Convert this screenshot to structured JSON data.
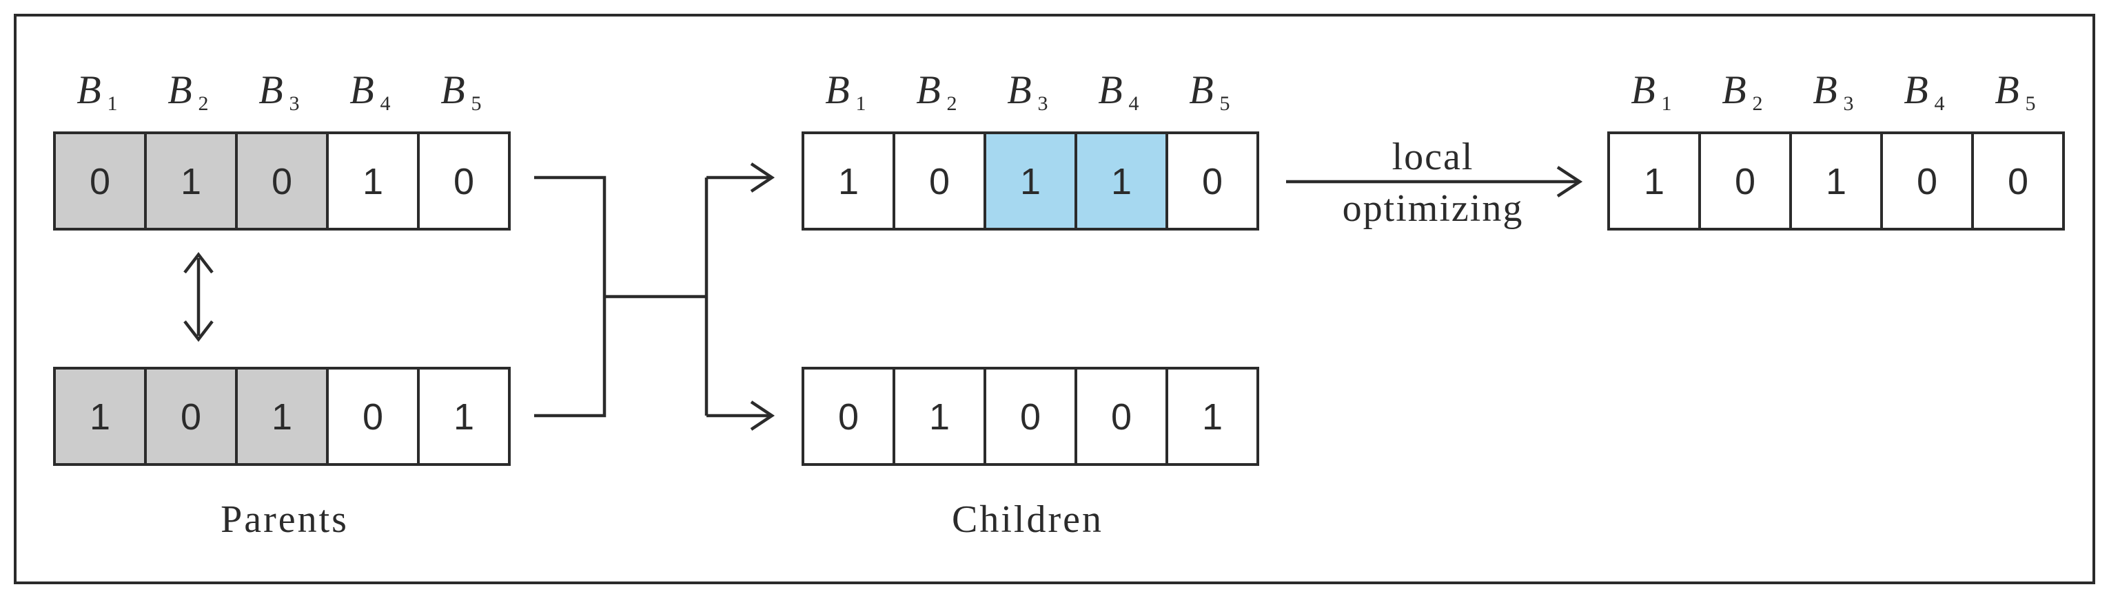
{
  "colors": {
    "crossover": "#cccccc",
    "mutated": "#a6d8f0",
    "plain": "#ffffff",
    "ink": "#2b2b2b"
  },
  "parents": {
    "caption": "Parents",
    "headers": [
      {
        "letter": "B",
        "sub": "1"
      },
      {
        "letter": "B",
        "sub": "2"
      },
      {
        "letter": "B",
        "sub": "3"
      },
      {
        "letter": "B",
        "sub": "4"
      },
      {
        "letter": "B",
        "sub": "5"
      }
    ],
    "row1": {
      "values": [
        "0",
        "1",
        "0",
        "1",
        "0"
      ],
      "highlight": [
        "crossover",
        "crossover",
        "crossover",
        "plain",
        "plain"
      ]
    },
    "row2": {
      "values": [
        "1",
        "0",
        "1",
        "0",
        "1"
      ],
      "highlight": [
        "crossover",
        "crossover",
        "crossover",
        "plain",
        "plain"
      ]
    }
  },
  "children": {
    "caption": "Children",
    "headers": [
      {
        "letter": "B",
        "sub": "1"
      },
      {
        "letter": "B",
        "sub": "2"
      },
      {
        "letter": "B",
        "sub": "3"
      },
      {
        "letter": "B",
        "sub": "4"
      },
      {
        "letter": "B",
        "sub": "5"
      }
    ],
    "row1": {
      "values": [
        "1",
        "0",
        "1",
        "1",
        "0"
      ],
      "highlight": [
        "plain",
        "plain",
        "mutated",
        "mutated",
        "plain"
      ]
    },
    "row2": {
      "values": [
        "0",
        "1",
        "0",
        "0",
        "1"
      ],
      "highlight": [
        "plain",
        "plain",
        "plain",
        "plain",
        "plain"
      ]
    }
  },
  "optimized": {
    "arrow_label_line1": "local",
    "arrow_label_line2": "optimizing",
    "headers": [
      {
        "letter": "B",
        "sub": "1"
      },
      {
        "letter": "B",
        "sub": "2"
      },
      {
        "letter": "B",
        "sub": "3"
      },
      {
        "letter": "B",
        "sub": "4"
      },
      {
        "letter": "B",
        "sub": "5"
      }
    ],
    "row": {
      "values": [
        "1",
        "0",
        "1",
        "0",
        "0"
      ],
      "highlight": [
        "plain",
        "plain",
        "plain",
        "plain",
        "plain"
      ]
    }
  }
}
